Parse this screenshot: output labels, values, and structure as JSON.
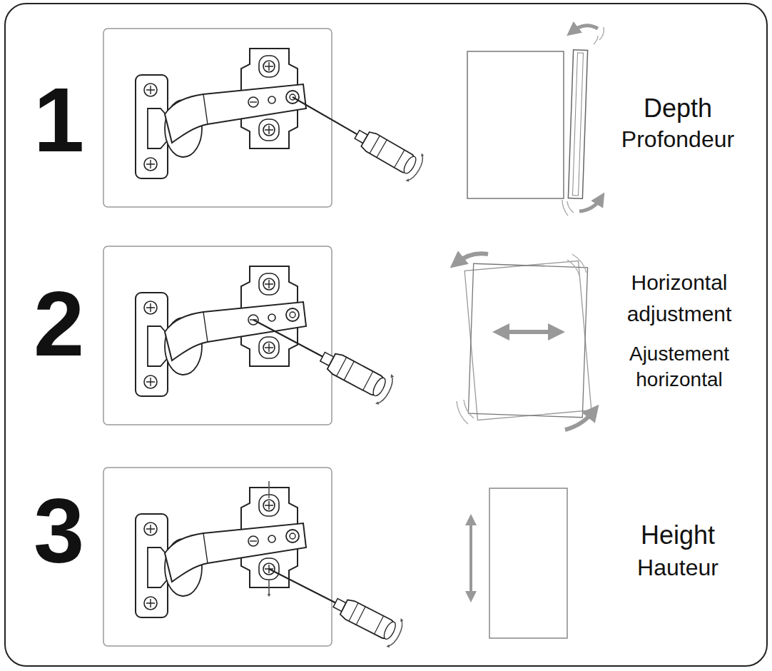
{
  "diagram": {
    "labels": [
      "1",
      "Depth",
      "Profondeur",
      "2",
      "Horizontal adjustment",
      "Ajustement horizontal",
      "3",
      "Height",
      "Hauteur"
    ]
  }
}
